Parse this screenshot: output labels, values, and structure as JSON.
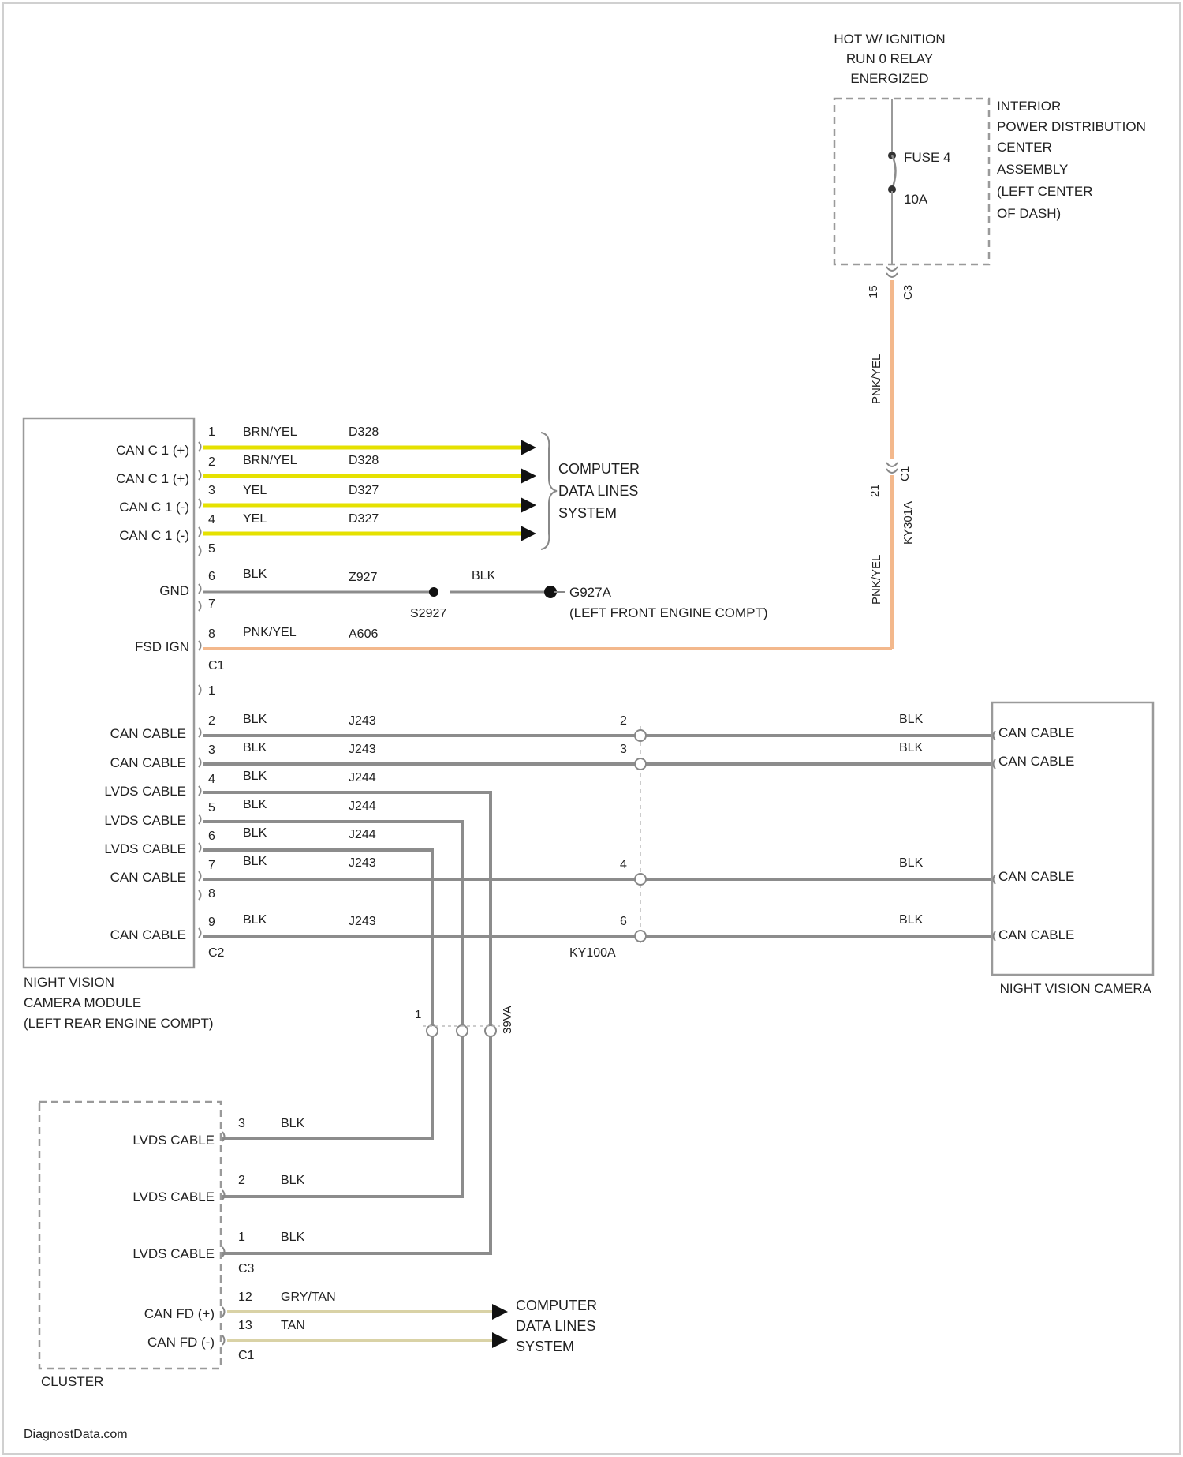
{
  "power_source": {
    "title_lines": [
      "HOT W/ IGNITION",
      "RUN 0 RELAY",
      "ENERGIZED"
    ],
    "fuse_name": "FUSE 4",
    "fuse_rating": "10A",
    "assembly_lines": [
      "INTERIOR",
      "POWER DISTRIBUTION",
      "CENTER",
      "ASSEMBLY",
      "(LEFT CENTER",
      "OF DASH)"
    ],
    "pin_top": "15",
    "conn_top": "C3",
    "wire_color_upper": "PNK/YEL",
    "inline_pin": "21",
    "inline_conn": "C1",
    "inline_id": "KY301A",
    "wire_color_lower": "PNK/YEL"
  },
  "module": {
    "name_lines": [
      "NIGHT VISION",
      "CAMERA MODULE",
      "(LEFT REAR ENGINE COMPT)"
    ],
    "connector_c1": "C1",
    "connector_c2": "C2",
    "labels": [
      "CAN C 1 (+)",
      "CAN C 1 (+)",
      "CAN C 1 (-)",
      "CAN C 1 (-)",
      "GND",
      "FSD IGN",
      "CAN CABLE",
      "CAN CABLE",
      "LVDS CABLE",
      "LVDS CABLE",
      "LVDS CABLE",
      "CAN CABLE",
      "CAN CABLE"
    ],
    "c1_pins": [
      "1",
      "2",
      "3",
      "4",
      "5",
      "6",
      "7",
      "8"
    ],
    "c2_pins": [
      "1",
      "2",
      "3",
      "4",
      "5",
      "6",
      "7",
      "8",
      "9"
    ]
  },
  "c1_wires": [
    {
      "color": "BRN/YEL",
      "circuit": "D328"
    },
    {
      "color": "BRN/YEL",
      "circuit": "D328"
    },
    {
      "color": "YEL",
      "circuit": "D327"
    },
    {
      "color": "YEL",
      "circuit": "D327"
    },
    {
      "color": "BLK",
      "circuit": "Z927"
    },
    {
      "color": "PNK/YEL",
      "circuit": "A606"
    }
  ],
  "computer_data_lines": [
    "COMPUTER",
    "DATA LINES",
    "SYSTEM"
  ],
  "ground": {
    "splice": "S2927",
    "wire_color_after": "BLK",
    "point": "G927A",
    "location": "(LEFT FRONT ENGINE COMPT)"
  },
  "c2_wires": [
    {
      "color": "BLK",
      "circuit": "J243"
    },
    {
      "color": "BLK",
      "circuit": "J243"
    },
    {
      "color": "BLK",
      "circuit": "J244"
    },
    {
      "color": "BLK",
      "circuit": "J244"
    },
    {
      "color": "BLK",
      "circuit": "J244"
    },
    {
      "color": "BLK",
      "circuit": "J243"
    },
    {
      "color": "BLK",
      "circuit": "J243"
    }
  ],
  "inline_connector": {
    "id": "KY100A",
    "pins": [
      "2",
      "3",
      "4",
      "6"
    ],
    "camera_wire_colors": [
      "BLK",
      "BLK",
      "BLK",
      "BLK"
    ]
  },
  "camera": {
    "name": "NIGHT VISION CAMERA",
    "labels": [
      "CAN CABLE",
      "CAN CABLE",
      "CAN CABLE",
      "CAN CABLE"
    ]
  },
  "lvds_inline": {
    "id": "39VA",
    "pin": "1"
  },
  "cluster": {
    "name": "CLUSTER",
    "labels": [
      "LVDS CABLE",
      "LVDS CABLE",
      "LVDS CABLE",
      "CAN FD (+)",
      "CAN FD (-)"
    ],
    "pins": [
      "3",
      "2",
      "1",
      "12",
      "13"
    ],
    "wire_colors": [
      "BLK",
      "BLK",
      "BLK",
      "GRY/TAN",
      "TAN"
    ],
    "connector_c3": "C3",
    "connector_c1": "C1"
  },
  "cluster_data_lines": [
    "COMPUTER",
    "DATA LINES",
    "SYSTEM"
  ],
  "watermark": "DiagnostData.com"
}
